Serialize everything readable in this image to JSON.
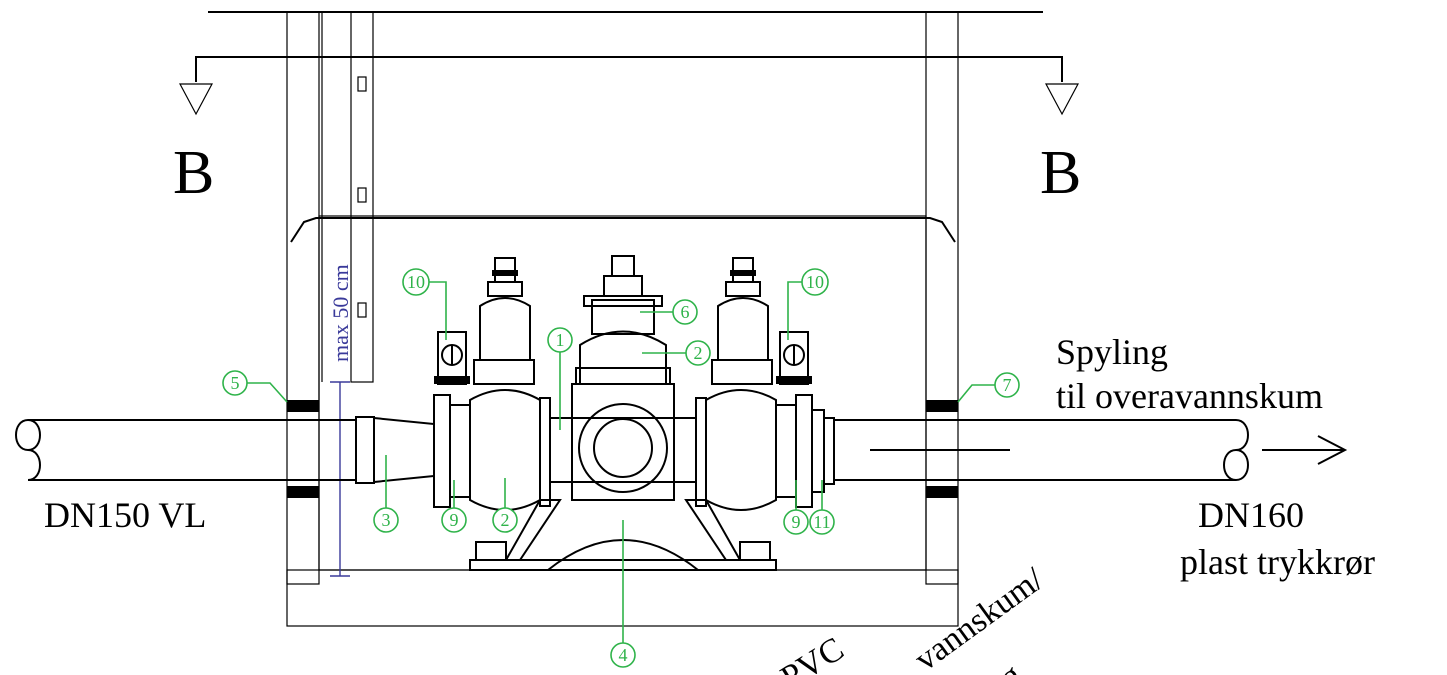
{
  "section_labels": {
    "left": "B",
    "right": "B"
  },
  "dimension": {
    "label": "max 50 cm"
  },
  "pipes": {
    "inlet": {
      "label": "DN150 VL"
    },
    "outlet": {
      "label_line1": "DN160",
      "label_line2": "plast trykkrør"
    },
    "flush": {
      "label_line1": "Spyling",
      "label_line2": "til overavannskum"
    }
  },
  "cut_text": {
    "left": "PVC",
    "right": "vannskum/",
    "right_extra": "g"
  },
  "part_numbers": [
    "1",
    "2",
    "3",
    "4",
    "5",
    "6",
    "7",
    "9",
    "10",
    "11"
  ],
  "colors": {
    "line": "#000000",
    "callout": "#2fb34a",
    "dimension": "#3a3a9a",
    "hatch_bg": "#ffffff"
  }
}
